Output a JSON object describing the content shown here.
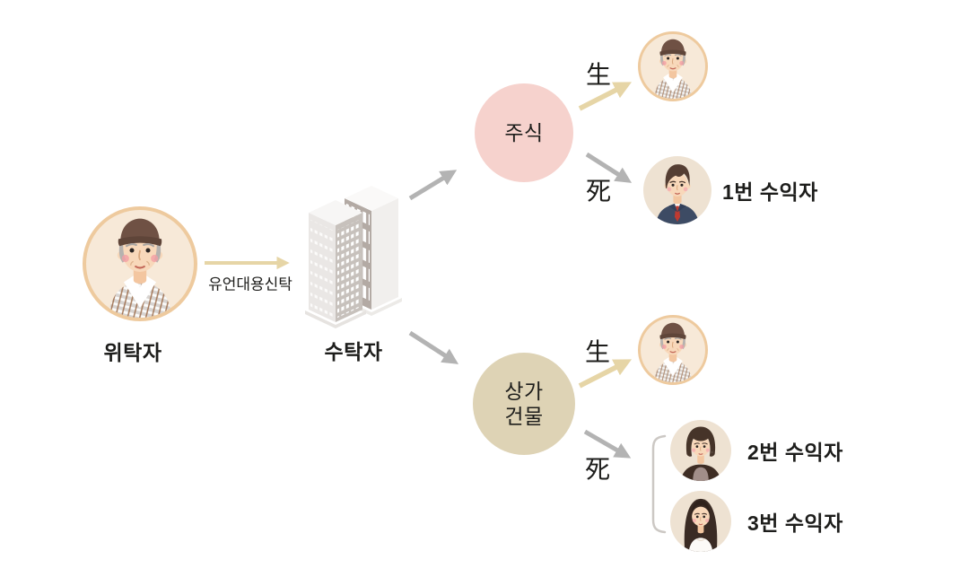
{
  "diagram": {
    "settlor_label": "위탁자",
    "trustee_label": "수탁자",
    "trust_arrow_label": "유언대용신탁",
    "asset_stocks_label": "주식",
    "asset_building_label_line1": "상가",
    "asset_building_label_line2": "건물",
    "life_label": "生",
    "death_label": "死",
    "beneficiaries": [
      {
        "label": "1번 수익자"
      },
      {
        "label": "2번 수익자"
      },
      {
        "label": "3번 수익자"
      }
    ]
  },
  "colors": {
    "text": "#1d1d1b",
    "life_arrow": "#e6d5a6",
    "death_arrow": "#b3b3b3",
    "bracket": "#ccc8c4",
    "avatar_ring": "#eeca9e",
    "avatar_bg_peach": "#f7e9d8",
    "avatar_bg_beige": "#eee2d2",
    "asset_stocks_bg": "#f6d2cd",
    "asset_building_bg": "#ded3b5"
  }
}
